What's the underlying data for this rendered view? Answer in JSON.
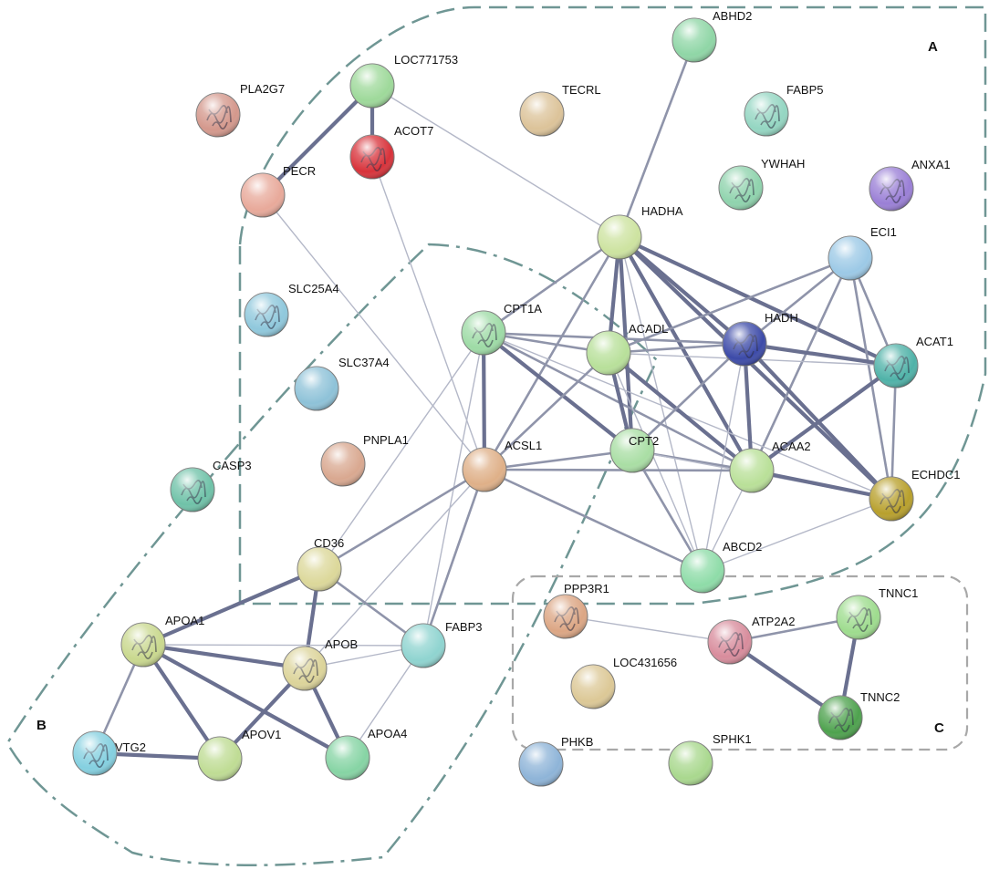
{
  "regions": [
    {
      "id": "A",
      "label": "A",
      "color": "#6f9694"
    },
    {
      "id": "B",
      "label": "B",
      "color": "#6f9694"
    },
    {
      "id": "C",
      "label": "C",
      "color": "#9a9a9a"
    }
  ],
  "nodes": [
    {
      "id": "ABHD2",
      "label": "ABHD2",
      "color": "#8fd6a6",
      "structure": false
    },
    {
      "id": "LOC771753",
      "label": "LOC771753",
      "color": "#9ed99a",
      "structure": false
    },
    {
      "id": "PLA2G7",
      "label": "PLA2G7",
      "color": "#d4988c",
      "structure": true
    },
    {
      "id": "TECRL",
      "label": "TECRL",
      "color": "#dcc399",
      "structure": false
    },
    {
      "id": "FABP5",
      "label": "FABP5",
      "color": "#94d6c2",
      "structure": true
    },
    {
      "id": "PECR",
      "label": "PECR",
      "color": "#e8a99a",
      "structure": false
    },
    {
      "id": "ACOT7",
      "label": "ACOT7",
      "color": "#d8323a",
      "structure": true
    },
    {
      "id": "YWHAH",
      "label": "YWHAH",
      "color": "#8fd3ad",
      "structure": true
    },
    {
      "id": "ANXA1",
      "label": "ANXA1",
      "color": "#9a7fd6",
      "structure": true
    },
    {
      "id": "HADHA",
      "label": "HADHA",
      "color": "#cde3a0",
      "structure": false
    },
    {
      "id": "ECI1",
      "label": "ECI1",
      "color": "#9cc9e6",
      "structure": false
    },
    {
      "id": "SLC25A4",
      "label": "SLC25A4",
      "color": "#8fc8dc",
      "structure": true
    },
    {
      "id": "CPT1A",
      "label": "CPT1A",
      "color": "#9edba6",
      "structure": true
    },
    {
      "id": "ACADL",
      "label": "ACADL",
      "color": "#b8e09a",
      "structure": false
    },
    {
      "id": "HADH",
      "label": "HADH",
      "color": "#3c4aa8",
      "structure": true
    },
    {
      "id": "ACAT1",
      "label": "ACAT1",
      "color": "#4fb2a8",
      "structure": true
    },
    {
      "id": "SLC37A4",
      "label": "SLC37A4",
      "color": "#8ec2d8",
      "structure": false
    },
    {
      "id": "PNPLA1",
      "label": "PNPLA1",
      "color": "#d9a890",
      "structure": false
    },
    {
      "id": "ACSL1",
      "label": "ACSL1",
      "color": "#dfb088",
      "structure": false
    },
    {
      "id": "CPT2",
      "label": "CPT2",
      "color": "#a9dea4",
      "structure": false
    },
    {
      "id": "ACAA2",
      "label": "ACAA2",
      "color": "#b9e098",
      "structure": false
    },
    {
      "id": "ECHDC1",
      "label": "ECHDC1",
      "color": "#b8a02c",
      "structure": true
    },
    {
      "id": "CASP3",
      "label": "CASP3",
      "color": "#6fc2a8",
      "structure": true
    },
    {
      "id": "CD36",
      "label": "CD36",
      "color": "#dcd89a",
      "structure": false
    },
    {
      "id": "ABCD2",
      "label": "ABCD2",
      "color": "#8edca8",
      "structure": false
    },
    {
      "id": "PPP3R1",
      "label": "PPP3R1",
      "color": "#dca684",
      "structure": true
    },
    {
      "id": "TNNC1",
      "label": "TNNC1",
      "color": "#9edc8e",
      "structure": true
    },
    {
      "id": "APOA1",
      "label": "APOA1",
      "color": "#c9d88e",
      "structure": true
    },
    {
      "id": "ATP2A2",
      "label": "ATP2A2",
      "color": "#d88c9c",
      "structure": true
    },
    {
      "id": "FABP3",
      "label": "FABP3",
      "color": "#8fd4d0",
      "structure": false
    },
    {
      "id": "APOB",
      "label": "APOB",
      "color": "#dcd49a",
      "structure": true
    },
    {
      "id": "LOC431656",
      "label": "LOC431656",
      "color": "#dcc896",
      "structure": false
    },
    {
      "id": "TNNC2",
      "label": "TNNC2",
      "color": "#4ea24e",
      "structure": true
    },
    {
      "id": "VTG2",
      "label": "VTG2",
      "color": "#84d0e0",
      "structure": true
    },
    {
      "id": "APOV1",
      "label": "APOV1",
      "color": "#bfdc94",
      "structure": false
    },
    {
      "id": "APOA4",
      "label": "APOA4",
      "color": "#86d4a4",
      "structure": false
    },
    {
      "id": "PHKB",
      "label": "PHKB",
      "color": "#8eb4d8",
      "structure": false
    },
    {
      "id": "SPHK1",
      "label": "SPHK1",
      "color": "#a9d88e",
      "structure": false
    }
  ],
  "edges": [
    {
      "source": "LOC771753",
      "target": "PECR",
      "weight": 3
    },
    {
      "source": "LOC771753",
      "target": "ACOT7",
      "weight": 3
    },
    {
      "source": "LOC771753",
      "target": "HADHA",
      "weight": 1
    },
    {
      "source": "ABHD2",
      "target": "HADHA",
      "weight": 2
    },
    {
      "source": "PECR",
      "target": "ACSL1",
      "weight": 1
    },
    {
      "source": "ACOT7",
      "target": "ACSL1",
      "weight": 1
    },
    {
      "source": "HADHA",
      "target": "CPT1A",
      "weight": 2
    },
    {
      "source": "HADHA",
      "target": "ACADL",
      "weight": 3
    },
    {
      "source": "HADHA",
      "target": "HADH",
      "weight": 3
    },
    {
      "source": "HADHA",
      "target": "ACAT1",
      "weight": 3
    },
    {
      "source": "HADHA",
      "target": "CPT2",
      "weight": 3
    },
    {
      "source": "HADHA",
      "target": "ACAA2",
      "weight": 3
    },
    {
      "source": "HADHA",
      "target": "ECHDC1",
      "weight": 3
    },
    {
      "source": "HADHA",
      "target": "ACSL1",
      "weight": 2
    },
    {
      "source": "HADHA",
      "target": "ABCD2",
      "weight": 1
    },
    {
      "source": "ECI1",
      "target": "ACADL",
      "weight": 2
    },
    {
      "source": "ECI1",
      "target": "HADH",
      "weight": 2
    },
    {
      "source": "ECI1",
      "target": "ACAT1",
      "weight": 2
    },
    {
      "source": "ECI1",
      "target": "ACAA2",
      "weight": 2
    },
    {
      "source": "ECI1",
      "target": "ECHDC1",
      "weight": 2
    },
    {
      "source": "CPT1A",
      "target": "ACADL",
      "weight": 2
    },
    {
      "source": "CPT1A",
      "target": "HADH",
      "weight": 2
    },
    {
      "source": "CPT1A",
      "target": "CPT2",
      "weight": 3
    },
    {
      "source": "CPT1A",
      "target": "ACAA2",
      "weight": 2
    },
    {
      "source": "CPT1A",
      "target": "ACSL1",
      "weight": 3
    },
    {
      "source": "CPT1A",
      "target": "CD36",
      "weight": 1
    },
    {
      "source": "CPT1A",
      "target": "FABP3",
      "weight": 1
    },
    {
      "source": "CPT1A",
      "target": "ECHDC1",
      "weight": 1
    },
    {
      "source": "ACADL",
      "target": "HADH",
      "weight": 2
    },
    {
      "source": "ACADL",
      "target": "ACAT1",
      "weight": 1
    },
    {
      "source": "ACADL",
      "target": "CPT2",
      "weight": 3
    },
    {
      "source": "ACADL",
      "target": "ACAA2",
      "weight": 3
    },
    {
      "source": "ACADL",
      "target": "ACSL1",
      "weight": 2
    },
    {
      "source": "ACADL",
      "target": "ABCD2",
      "weight": 1
    },
    {
      "source": "HADH",
      "target": "ACAT1",
      "weight": 3
    },
    {
      "source": "HADH",
      "target": "CPT2",
      "weight": 2
    },
    {
      "source": "HADH",
      "target": "ACAA2",
      "weight": 3
    },
    {
      "source": "HADH",
      "target": "ECHDC1",
      "weight": 3
    },
    {
      "source": "HADH",
      "target": "ABCD2",
      "weight": 1
    },
    {
      "source": "ACAT1",
      "target": "ACAA2",
      "weight": 3
    },
    {
      "source": "ACAT1",
      "target": "ECHDC1",
      "weight": 2
    },
    {
      "source": "ACSL1",
      "target": "CPT2",
      "weight": 2
    },
    {
      "source": "ACSL1",
      "target": "ACAA2",
      "weight": 2
    },
    {
      "source": "ACSL1",
      "target": "CD36",
      "weight": 2
    },
    {
      "source": "ACSL1",
      "target": "ABCD2",
      "weight": 2
    },
    {
      "source": "ACSL1",
      "target": "APOB",
      "weight": 1
    },
    {
      "source": "ACSL1",
      "target": "FABP3",
      "weight": 2
    },
    {
      "source": "CPT2",
      "target": "ACAA2",
      "weight": 2
    },
    {
      "source": "CPT2",
      "target": "ABCD2",
      "weight": 2
    },
    {
      "source": "CPT2",
      "target": "ECHDC1",
      "weight": 1
    },
    {
      "source": "ACAA2",
      "target": "ECHDC1",
      "weight": 3
    },
    {
      "source": "ACAA2",
      "target": "ABCD2",
      "weight": 1
    },
    {
      "source": "ECHDC1",
      "target": "ABCD2",
      "weight": 1
    },
    {
      "source": "CD36",
      "target": "APOA1",
      "weight": 3
    },
    {
      "source": "CD36",
      "target": "APOB",
      "weight": 3
    },
    {
      "source": "CD36",
      "target": "FABP3",
      "weight": 2
    },
    {
      "source": "APOA1",
      "target": "APOB",
      "weight": 3
    },
    {
      "source": "APOA1",
      "target": "VTG2",
      "weight": 2
    },
    {
      "source": "APOA1",
      "target": "APOV1",
      "weight": 3
    },
    {
      "source": "APOA1",
      "target": "APOA4",
      "weight": 3
    },
    {
      "source": "APOA1",
      "target": "FABP3",
      "weight": 1
    },
    {
      "source": "APOB",
      "target": "APOV1",
      "weight": 3
    },
    {
      "source": "APOB",
      "target": "APOA4",
      "weight": 3
    },
    {
      "source": "APOB",
      "target": "FABP3",
      "weight": 1
    },
    {
      "source": "APOA4",
      "target": "FABP3",
      "weight": 1
    },
    {
      "source": "VTG2",
      "target": "APOV1",
      "weight": 3
    },
    {
      "source": "PPP3R1",
      "target": "ATP2A2",
      "weight": 1
    },
    {
      "source": "ATP2A2",
      "target": "TNNC1",
      "weight": 2
    },
    {
      "source": "ATP2A2",
      "target": "TNNC2",
      "weight": 3
    },
    {
      "source": "TNNC1",
      "target": "TNNC2",
      "weight": 3
    }
  ]
}
